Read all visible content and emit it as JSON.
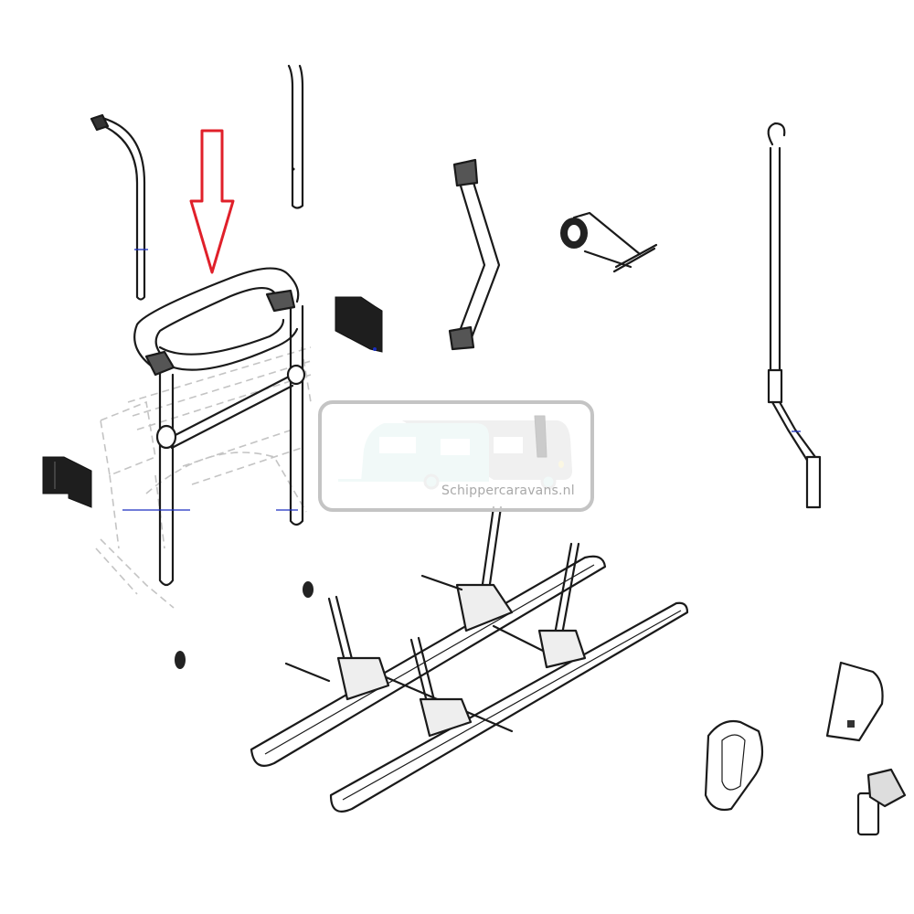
{
  "diagram": {
    "subject": "Bike carrier exploded parts view",
    "highlight_arrow": {
      "color": "#e0202a",
      "direction": "down",
      "points_to": "top-frame"
    },
    "parts": [
      {
        "id": "upper-tube-left",
        "label": "Bent upper tube"
      },
      {
        "id": "upper-tube-right",
        "label": "Straight upper tube"
      },
      {
        "id": "top-frame",
        "label": "Top frame with support arms (highlighted)"
      },
      {
        "id": "mount-bracket-left",
        "label": "Mounting bracket"
      },
      {
        "id": "mount-bracket-center",
        "label": "Mounting bracket"
      },
      {
        "id": "bike-arm",
        "label": "Bike holder arm"
      },
      {
        "id": "strap",
        "label": "Strap with pin"
      },
      {
        "id": "crank-rod",
        "label": "Crank rod with hook"
      },
      {
        "id": "rail-platform",
        "label": "Double wheel rail platform"
      },
      {
        "id": "knob-1",
        "label": "Knob"
      },
      {
        "id": "knob-2",
        "label": "Knob"
      },
      {
        "id": "cap-left",
        "label": "End cap"
      },
      {
        "id": "cap-right",
        "label": "End cap"
      },
      {
        "id": "lock",
        "label": "Lock cylinder"
      }
    ]
  },
  "watermark": {
    "text": "Schippercaravans.nl",
    "caravan_color": "#c8e8e4",
    "camper_color": "#c2c2c2",
    "border_color": "#c4c4c4"
  }
}
